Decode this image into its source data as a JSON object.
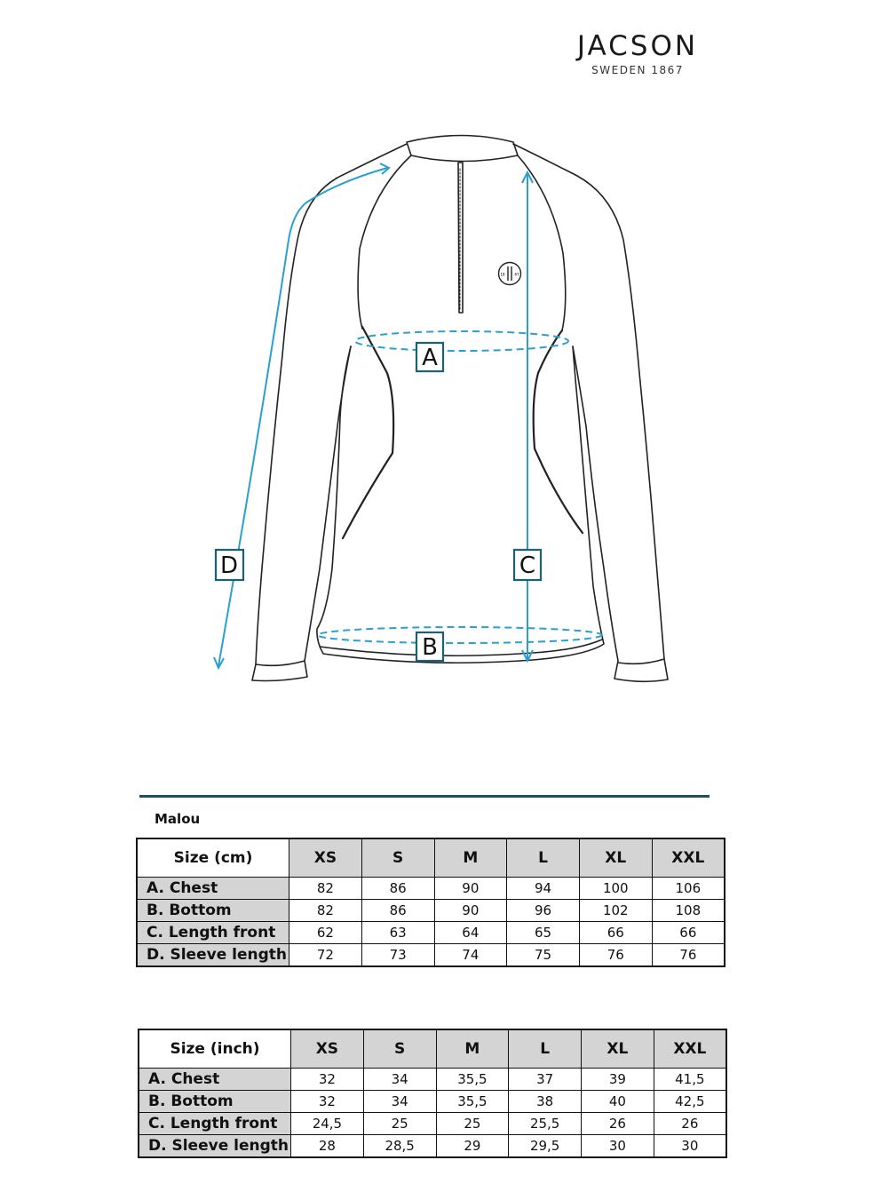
{
  "brand": {
    "name": "JACSON",
    "tagline": "SWEDEN 1867"
  },
  "diagram": {
    "labels": {
      "a": "A",
      "b": "B",
      "c": "C",
      "d": "D"
    },
    "logo_text": {
      "left": "18",
      "right": "67"
    },
    "colors": {
      "measure": "#2a9fd0",
      "outline": "#222222",
      "label_box": "#1f5f76"
    }
  },
  "product_name": "Malou",
  "table_cm": {
    "header": "Size (cm)",
    "sizes": [
      "XS",
      "S",
      "M",
      "L",
      "XL",
      "XXL"
    ],
    "rows": [
      {
        "label": "A. Chest",
        "values": [
          "82",
          "86",
          "90",
          "94",
          "100",
          "106"
        ]
      },
      {
        "label": "B. Bottom",
        "values": [
          "82",
          "86",
          "90",
          "96",
          "102",
          "108"
        ]
      },
      {
        "label": "C. Length front",
        "values": [
          "62",
          "63",
          "64",
          "65",
          "66",
          "66"
        ]
      },
      {
        "label": "D. Sleeve length",
        "values": [
          "72",
          "73",
          "74",
          "75",
          "76",
          "76"
        ]
      }
    ]
  },
  "table_inch": {
    "header": "Size (inch)",
    "sizes": [
      "XS",
      "S",
      "M",
      "L",
      "XL",
      "XXL"
    ],
    "rows": [
      {
        "label": "A. Chest",
        "values": [
          "32",
          "34",
          "35,5",
          "37",
          "39",
          "41,5"
        ]
      },
      {
        "label": "B. Bottom",
        "values": [
          "32",
          "34",
          "35,5",
          "38",
          "40",
          "42,5"
        ]
      },
      {
        "label": "C. Length front",
        "values": [
          "24,5",
          "25",
          "25",
          "25,5",
          "26",
          "26"
        ]
      },
      {
        "label": "D. Sleeve length",
        "values": [
          "28",
          "28,5",
          "29",
          "29,5",
          "30",
          "30"
        ]
      }
    ]
  }
}
